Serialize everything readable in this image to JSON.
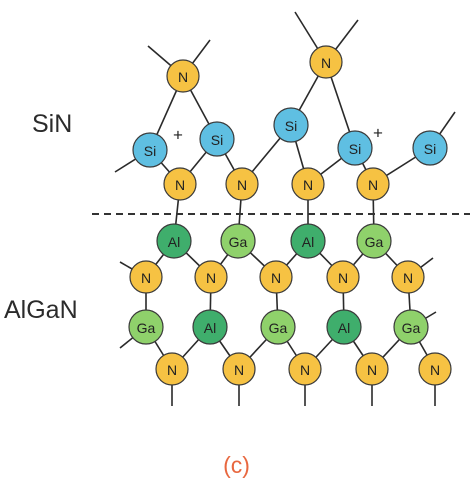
{
  "labels": {
    "sin": "SiN",
    "algan": "AlGaN",
    "caption": "(c)"
  },
  "charge_symbol": "+",
  "colors": {
    "N": "#f6c243",
    "Si": "#5fbfe2",
    "Al": "#3fae6c",
    "Ga": "#8fd16b",
    "bond": "#2a2a2a",
    "interface": "#333333",
    "caption": "#e8673f"
  },
  "atoms": [
    {
      "el": "N"
    },
    {
      "el": "N"
    },
    {
      "el": "Si"
    },
    {
      "el": "Si"
    },
    {
      "el": "Si"
    },
    {
      "el": "Si"
    },
    {
      "el": "Si"
    },
    {
      "el": "N"
    },
    {
      "el": "N"
    },
    {
      "el": "N"
    },
    {
      "el": "N"
    },
    {
      "el": "Al"
    },
    {
      "el": "Ga"
    },
    {
      "el": "Al"
    },
    {
      "el": "Ga"
    },
    {
      "el": "N"
    },
    {
      "el": "N"
    },
    {
      "el": "N"
    },
    {
      "el": "N"
    },
    {
      "el": "N"
    },
    {
      "el": "Ga"
    },
    {
      "el": "Al"
    },
    {
      "el": "Ga"
    },
    {
      "el": "Al"
    },
    {
      "el": "Ga"
    },
    {
      "el": "N"
    },
    {
      "el": "N"
    },
    {
      "el": "N"
    },
    {
      "el": "N"
    },
    {
      "el": "N"
    }
  ]
}
